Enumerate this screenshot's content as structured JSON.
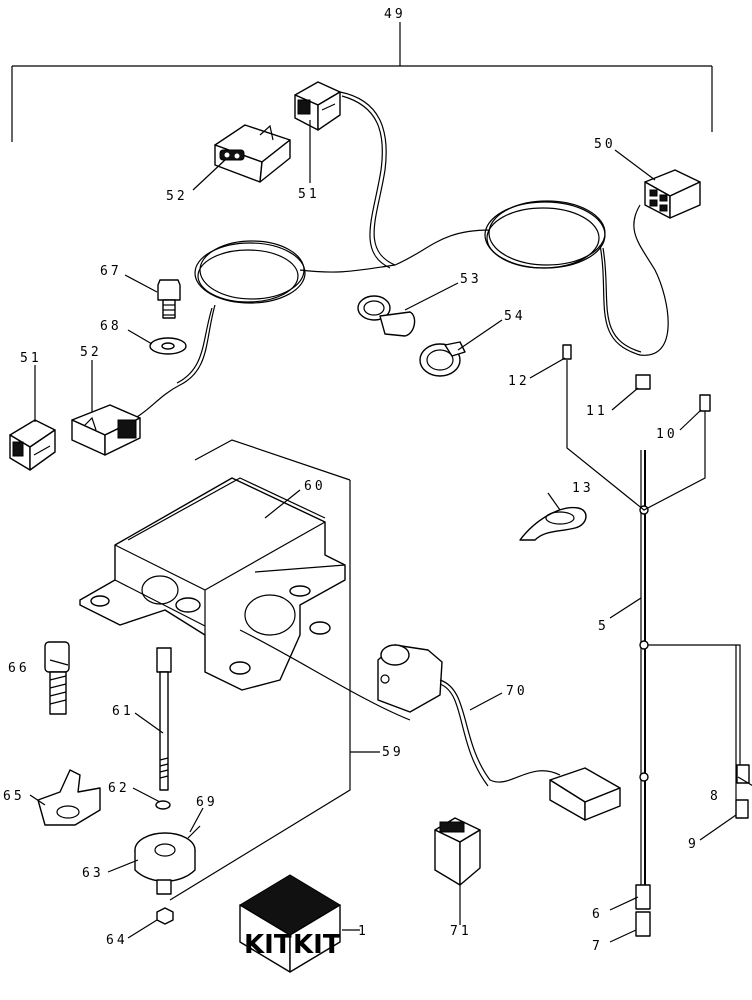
{
  "callouts": {
    "c49": "49",
    "c50": "50",
    "c51a": "51",
    "c51b": "51",
    "c52a": "52",
    "c52b": "52",
    "c53": "53",
    "c54": "54",
    "c67": "67",
    "c68": "68",
    "c12": "12",
    "c11": "11",
    "c10": "10",
    "c13": "13",
    "c60": "60",
    "c5": "5",
    "c66": "66",
    "c61": "61",
    "c70": "70",
    "c59": "59",
    "c62": "62",
    "c69": "69",
    "c65": "65",
    "c63": "63",
    "c8": "8",
    "c9": "9",
    "c6": "6",
    "c7": "7",
    "c64": "64",
    "c1": "1",
    "c71": "71"
  },
  "kit_box": {
    "left": "KIT",
    "right": "KIT"
  }
}
